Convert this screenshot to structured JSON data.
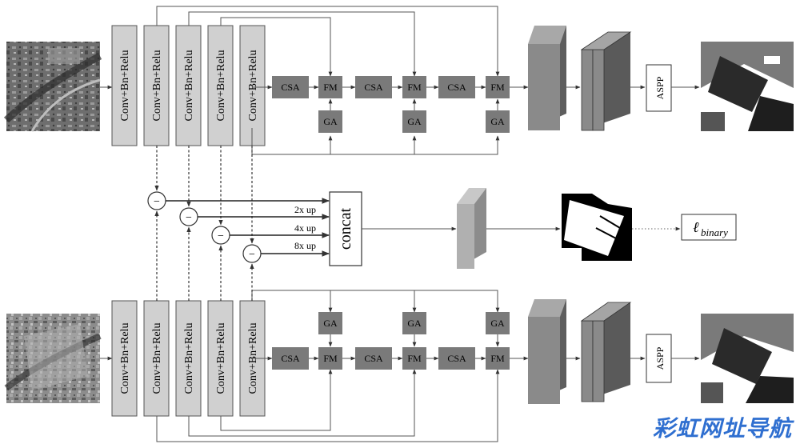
{
  "labels": {
    "conv": "Conv+Bn+Relu",
    "csa": "CSA",
    "fm": "FM",
    "ga": "GA",
    "aspp": "ASPP",
    "concat": "concat",
    "up2": "2x up",
    "up4": "4x up",
    "up8": "8x up",
    "minus": "−",
    "loss_symbol": "ℓ",
    "loss_sub": "binary"
  },
  "watermark": "彩虹网址导航",
  "colors": {
    "conv_fill": "#d0d0d0",
    "module_fill": "#7a7a7a",
    "feature_front": "#8a8a8a",
    "feature_side": "#5e5e5e",
    "line": "#555555"
  }
}
